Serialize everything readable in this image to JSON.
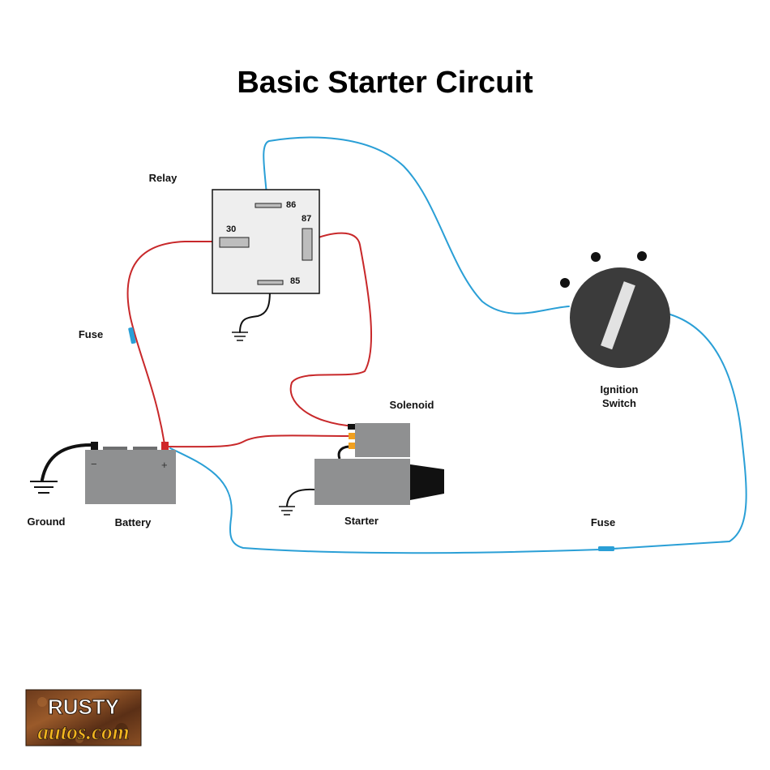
{
  "title": "Basic Starter Circuit",
  "labels": {
    "relay": "Relay",
    "fuse_left": "Fuse",
    "fuse_right": "Fuse",
    "solenoid": "Solenoid",
    "battery": "Battery",
    "ground": "Ground",
    "starter": "Starter",
    "ignition_line1": "Ignition",
    "ignition_line2": "Switch"
  },
  "relay_pins": {
    "p86": "86",
    "p87": "87",
    "p30": "30",
    "p85": "85"
  },
  "battery_terminals": {
    "negative": "−",
    "positive": "+"
  },
  "logo": {
    "line1": "RUSTY",
    "line2": "autos.com"
  },
  "colors": {
    "red_wire": "#c8282a",
    "blue_wire": "#2a9fd6",
    "ground_wire": "#111111",
    "component_gray": "#8f9091",
    "relay_body": "#eeeeee",
    "switch_body": "#3b3b3b",
    "fuse": "#2a9fd6",
    "battery_positive": "#d0282a",
    "solenoid_terminal": "#f0a020"
  }
}
